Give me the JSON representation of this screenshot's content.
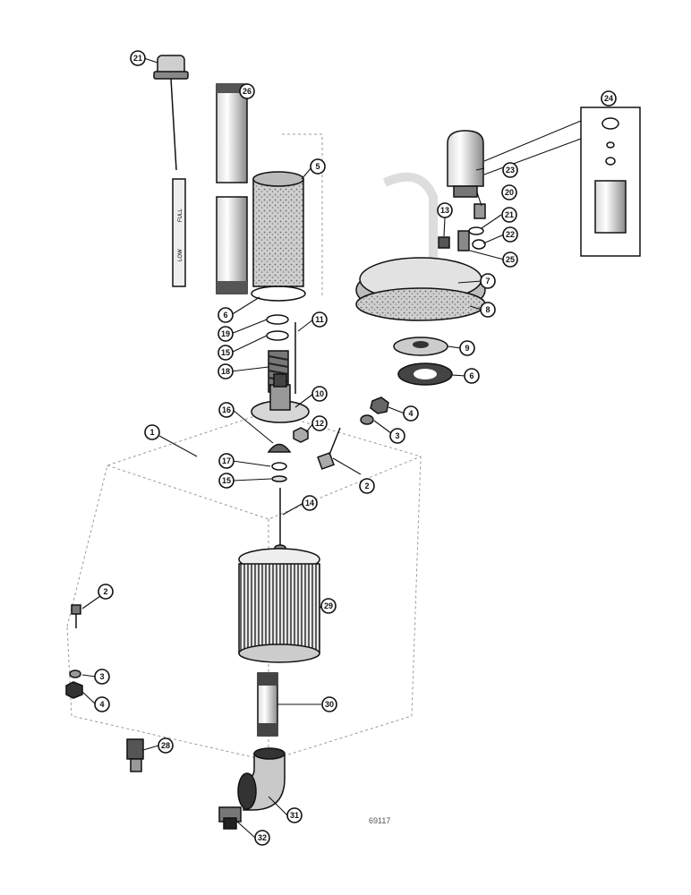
{
  "figure_number": "69117",
  "callouts": [
    {
      "id": "c21a",
      "label": "21"
    },
    {
      "id": "c26a",
      "label": "26"
    },
    {
      "id": "c5",
      "label": "5"
    },
    {
      "id": "c6a",
      "label": "6"
    },
    {
      "id": "c19",
      "label": "19"
    },
    {
      "id": "c15a",
      "label": "15"
    },
    {
      "id": "c18",
      "label": "18"
    },
    {
      "id": "c11",
      "label": "11"
    },
    {
      "id": "c10",
      "label": "10"
    },
    {
      "id": "c16",
      "label": "16"
    },
    {
      "id": "c12",
      "label": "12"
    },
    {
      "id": "c17",
      "label": "17"
    },
    {
      "id": "c15b",
      "label": "15"
    },
    {
      "id": "c14",
      "label": "14"
    },
    {
      "id": "c1",
      "label": "1"
    },
    {
      "id": "c2a",
      "label": "2"
    },
    {
      "id": "c2b",
      "label": "2"
    },
    {
      "id": "c3a",
      "label": "3"
    },
    {
      "id": "c4a",
      "label": "4"
    },
    {
      "id": "c3b",
      "label": "3"
    },
    {
      "id": "c4b",
      "label": "4"
    },
    {
      "id": "c13",
      "label": "13"
    },
    {
      "id": "c20",
      "label": "20"
    },
    {
      "id": "c21b",
      "label": "21"
    },
    {
      "id": "c22",
      "label": "22"
    },
    {
      "id": "c25",
      "label": "25"
    },
    {
      "id": "c23",
      "label": "23"
    },
    {
      "id": "c24",
      "label": "24"
    },
    {
      "id": "c7",
      "label": "7"
    },
    {
      "id": "c8",
      "label": "8"
    },
    {
      "id": "c9",
      "label": "9"
    },
    {
      "id": "c6b",
      "label": "6"
    },
    {
      "id": "c29",
      "label": "29"
    },
    {
      "id": "c30",
      "label": "30"
    },
    {
      "id": "c28",
      "label": "28"
    },
    {
      "id": "c31",
      "label": "31"
    },
    {
      "id": "c32",
      "label": "32"
    }
  ],
  "dipstick_marks": {
    "full": "FULL",
    "low": "LOW"
  }
}
